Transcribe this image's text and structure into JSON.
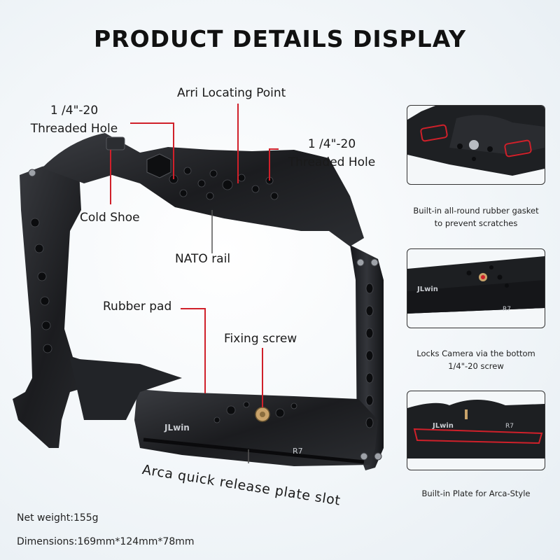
{
  "title": "PRODUCT DETAILS DISPLAY",
  "callouts": {
    "threaded_hole_left_1": "1 /4\"-20",
    "threaded_hole_left_2": "Threaded Hole",
    "arri": "Arri Locating Point",
    "threaded_hole_right_1": "1 /4\"-20",
    "threaded_hole_right_2": "Threaded Hole",
    "cold_shoe": "Cold Shoe",
    "nato": "NATO rail",
    "rubber_pad": "Rubber pad",
    "fixing_screw": "Fixing screw",
    "arca_slot": "Arca quick release plate slot"
  },
  "details": [
    {
      "caption_1": "Built-in all-round rubber gasket",
      "caption_2": "to prevent scratches"
    },
    {
      "caption_1": "Locks Camera via the bottom",
      "caption_2": "1/4\"-20 screw",
      "brand": "JLwin",
      "model": "R7"
    },
    {
      "caption_1": "Built-in Plate for Arca-Style",
      "brand": "JLwin",
      "model": "R7"
    }
  ],
  "specs": {
    "weight_label": "Net weight:",
    "weight_value": "155g",
    "dimensions_label": "Dimensions:",
    "dimensions_value": "169mm*124mm*78mm"
  },
  "product": {
    "brand": "JLwin",
    "model": "R7"
  },
  "colors": {
    "callout_line": "#d0202a",
    "cage": "#1c1d20",
    "background": "#f2f6f9"
  }
}
